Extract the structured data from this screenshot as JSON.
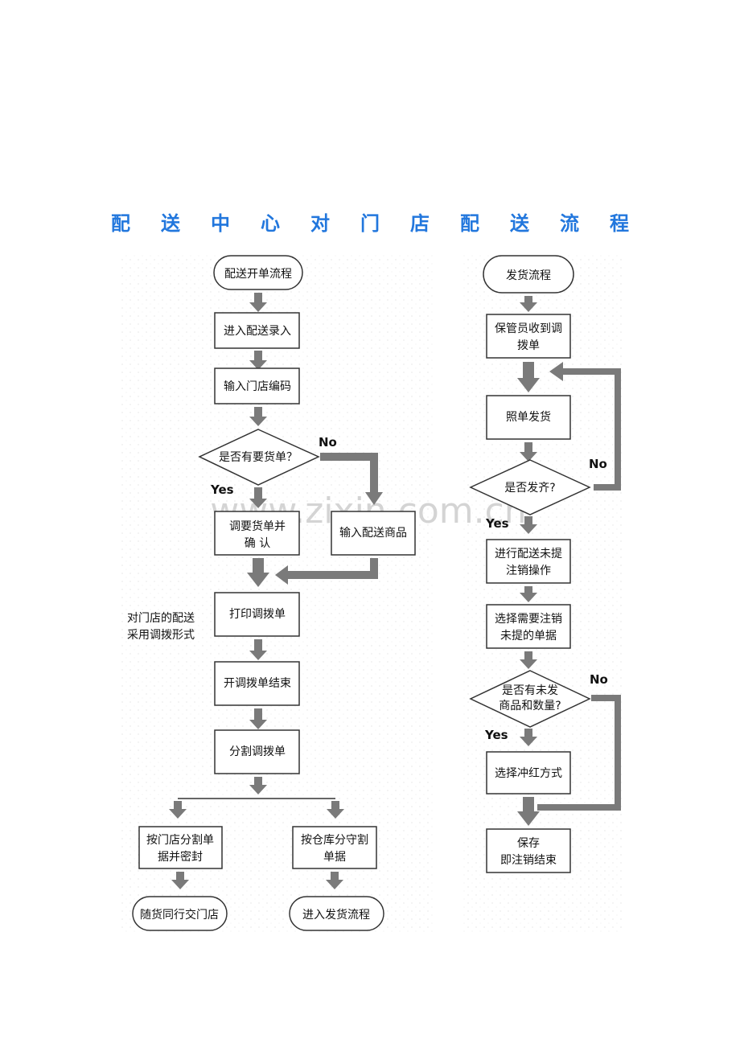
{
  "title_chars": [
    "配",
    "送",
    "中",
    "心",
    "对",
    "门",
    "店",
    "配",
    "送",
    "流",
    "程"
  ],
  "watermark": "www.zixin.com.cn",
  "colors": {
    "title": "#2277dd",
    "arrow": "#7a7a7a",
    "box_border": "#333333"
  },
  "left": {
    "start": "配送开单流程",
    "step1": "进入配送录入",
    "step2": "输入门店编码",
    "decision": "是否有要货单？",
    "yes": "Yes",
    "no": "No",
    "confirm": [
      "调要货单并",
      "确 认"
    ],
    "input_goods": "输入配送商品",
    "print": "打印调拨单",
    "side_note": [
      "对门店的配送",
      "采用调拨形式"
    ],
    "finish": "开调拨单结束",
    "split": "分割调拨单",
    "split_store": [
      "按门店分割单",
      "据并密封"
    ],
    "split_warehouse": [
      "按仓库分守割",
      "单据"
    ],
    "end_store": "随货同行交门店",
    "end_ship": "进入发货流程"
  },
  "right": {
    "start": "发货流程",
    "receive": [
      "保管员收到调",
      "拨单"
    ],
    "ship": "照单发货",
    "decision1": "是否发齐?",
    "yes1": "Yes",
    "no1": "No",
    "cancel_op": [
      "进行配送未提",
      "注销操作"
    ],
    "select_docs": [
      "选择需要注销",
      "未提的单据"
    ],
    "decision2": [
      "是否有未发",
      "商品和数量?"
    ],
    "yes2": "Yes",
    "no2": "No",
    "red_method": "选择冲红方式",
    "save": [
      "保存",
      "即注销结束"
    ]
  }
}
